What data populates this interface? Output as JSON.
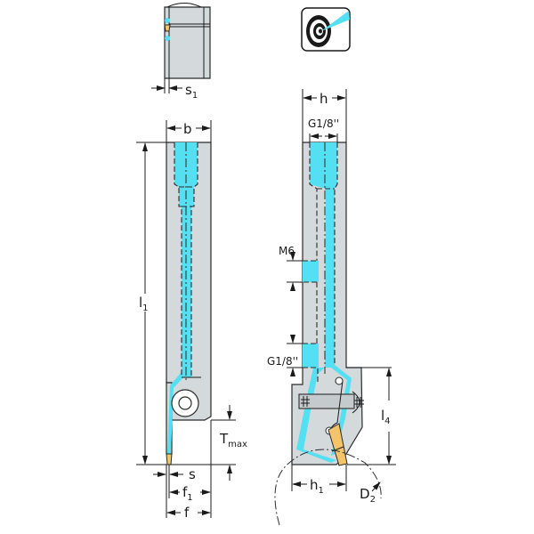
{
  "drawing": {
    "type": "technical-drawing",
    "subject": "parting-off tool holder with internal coolant",
    "colors": {
      "body": "#d4d9db",
      "coolant": "#55dff2",
      "insert": "#f3c46a",
      "lines": "#1a1a1a"
    }
  },
  "icon": {
    "name": "coolant-through-target-icon",
    "description": "target with coolant jet"
  },
  "top_view": {
    "labels": {
      "s1_main": "s",
      "s1_sub": "1"
    }
  },
  "front_view": {
    "labels": {
      "b": "b",
      "l1_main": "l",
      "l1_sub": "1",
      "tmax_main": "T",
      "tmax_sub": "max",
      "s": "s",
      "f1_main": "f",
      "f1_sub": "1",
      "f": "f"
    }
  },
  "side_view": {
    "labels": {
      "h": "h",
      "g18_top": "G1/8''",
      "m6": "M6",
      "g18_mid": "G1/8''",
      "l4_main": "l",
      "l4_sub": "4",
      "h1_main": "h",
      "h1_sub": "1",
      "d2_main": "D",
      "d2_sub": "2"
    }
  }
}
